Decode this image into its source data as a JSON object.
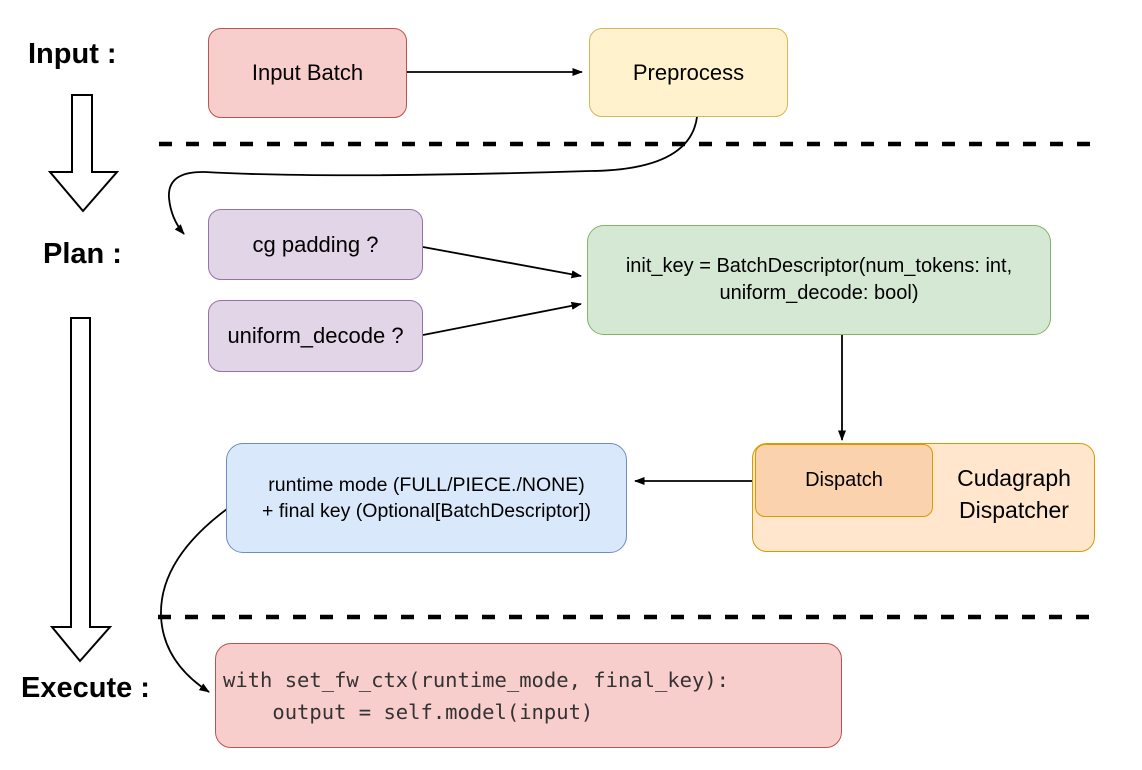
{
  "stages": {
    "input": "Input :",
    "plan": "Plan :",
    "execute": "Execute :"
  },
  "nodes": {
    "input_batch": "Input Batch",
    "preprocess": "Preprocess",
    "cg_padding": "cg padding ?",
    "uniform_decode": "uniform_decode ?",
    "init_key_line1": "init_key = BatchDescriptor(num_tokens: int,",
    "init_key_line2": "uniform_decode: bool)",
    "runtime_line1": "runtime mode (FULL/PIECE./NONE)",
    "runtime_line2": "+ final key (Optional[BatchDescriptor])",
    "dispatch": "Dispatch",
    "cudagraph_dispatcher": "Cudagraph Dispatcher",
    "code_line1": "with set_fw_ctx(runtime_mode, final_key):",
    "code_line2": "    output = self.model(input)"
  },
  "colors": {
    "red_fill": "#f8cecc",
    "red_stroke": "#b85450",
    "yellow_fill": "#fff2cc",
    "yellow_stroke": "#d6b656",
    "purple_fill": "#e1d5e7",
    "purple_stroke": "#9673a6",
    "green_fill": "#d5e8d4",
    "green_stroke": "#82b366",
    "blue_fill": "#dae8fc",
    "blue_stroke": "#6c8ebf",
    "orange_fill": "#ffe6cc",
    "orange_inner_fill": "#fbd2ae",
    "orange_stroke": "#d79b00",
    "line_color": "#000000"
  }
}
